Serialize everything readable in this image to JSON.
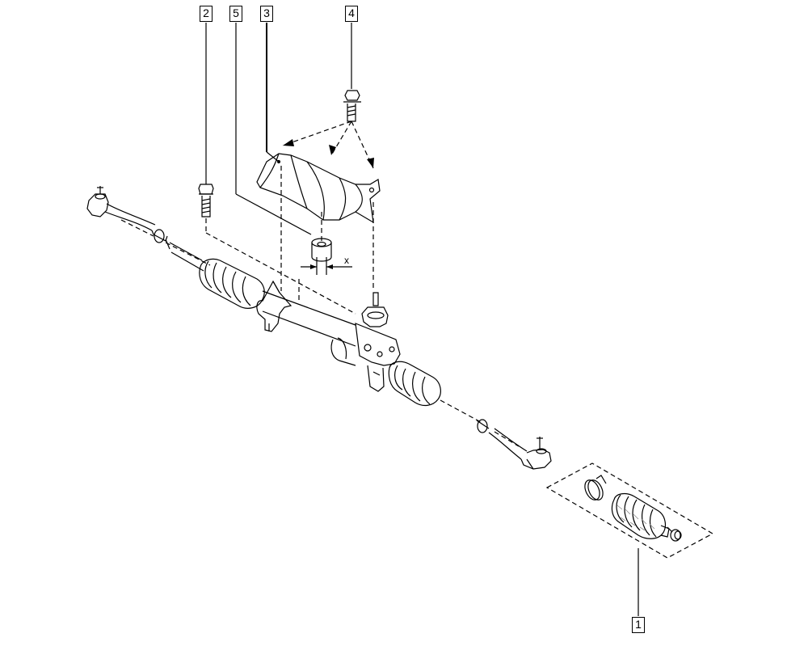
{
  "diagram": {
    "callouts": [
      {
        "id": "1",
        "part": "boot-repair-kit"
      },
      {
        "id": "2",
        "part": "rack-mounting-bolt"
      },
      {
        "id": "3",
        "part": "heat-shield"
      },
      {
        "id": "4",
        "part": "heat-shield-bolt"
      },
      {
        "id": "5",
        "part": "spacer-bush"
      }
    ],
    "dimension_label": "x"
  },
  "colors": {
    "line": "#000000",
    "background": "#ffffff",
    "shade": "#888888"
  }
}
